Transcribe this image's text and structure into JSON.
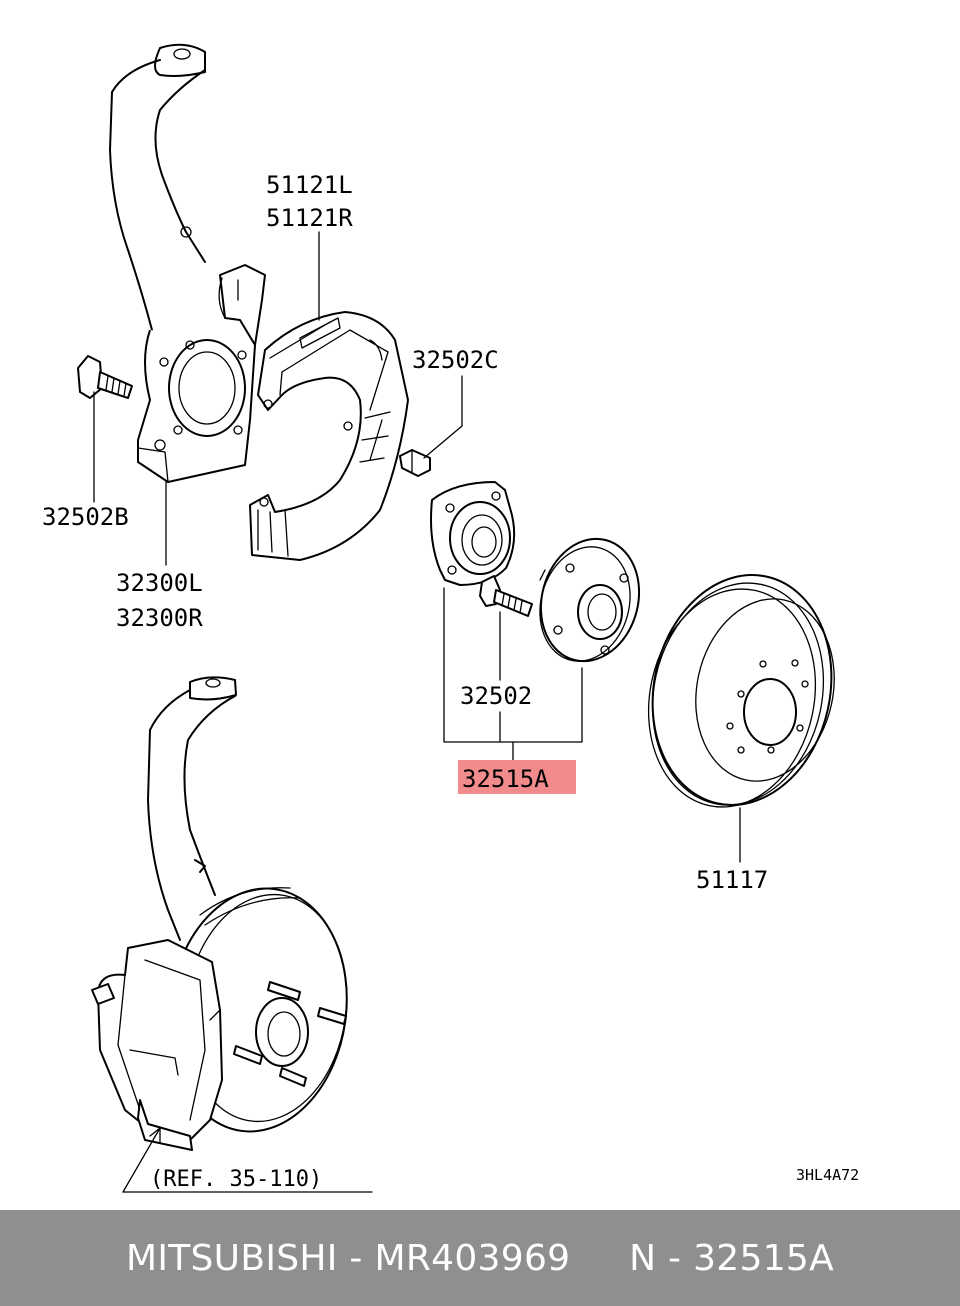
{
  "diagram": {
    "part_labels": {
      "shield_l": "51121L",
      "shield_r": "51121R",
      "screw_shield": "32502C",
      "knuckle_bolt": "32502B",
      "knuckle_l": "32300L",
      "knuckle_r": "32300R",
      "hub_bolt": "32502",
      "hub_assembly": "32515A",
      "rotor": "51117"
    },
    "reference": "(REF. 35-110)",
    "drawing_code": "3HL4A72"
  },
  "footer": {
    "text": "MITSUBISHI - MR403969     N - 32515A"
  },
  "colors": {
    "highlight": "#f28b8b",
    "footer_bg": "#8f8f8f",
    "footer_text": "#ffffff"
  }
}
